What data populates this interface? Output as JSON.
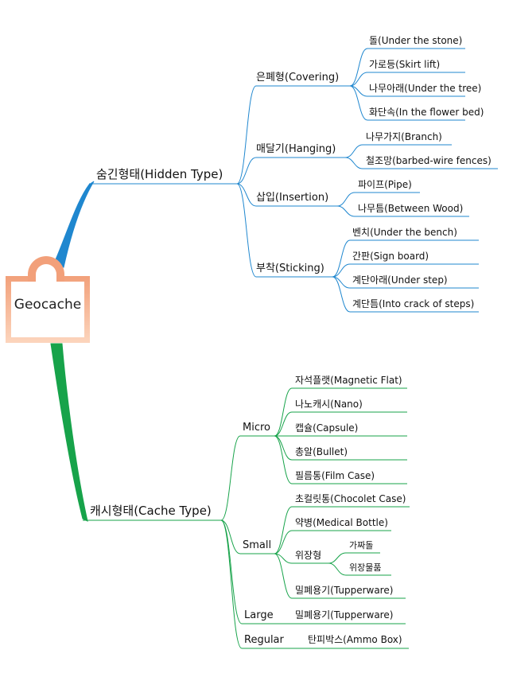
{
  "root": {
    "label": "Geocache"
  },
  "colors": {
    "hidden": "#1f87cf",
    "cache": "#17a34a"
  },
  "hidden": {
    "label": "숨긴형태(Hidden Type)",
    "covering": {
      "label": "은폐형(Covering)",
      "items": [
        "돌(Under the stone)",
        "가로등(Skirt lift)",
        "나무아래(Under the tree)",
        "화단속(In the flower bed)"
      ]
    },
    "hanging": {
      "label": "매달기(Hanging)",
      "items": [
        "나무가지(Branch)",
        "철조망(barbed-wire fences)"
      ]
    },
    "insertion": {
      "label": "삽입(Insertion)",
      "items": [
        "파이프(Pipe)",
        "나무틈(Between Wood)"
      ]
    },
    "sticking": {
      "label": "부착(Sticking)",
      "items": [
        "벤치(Under the bench)",
        "간판(Sign board)",
        "계단아래(Under step)",
        "계단틈(Into crack of steps)"
      ]
    }
  },
  "cache": {
    "label": "캐시형태(Cache Type)",
    "micro": {
      "label": "Micro",
      "items": [
        "자석플랫(Magnetic Flat)",
        "나노캐시(Nano)",
        "캡슐(Capsule)",
        "총알(Bullet)",
        "필름통(Film Case)"
      ]
    },
    "small": {
      "label": "Small",
      "items": [
        "초컬릿통(Chocolet Case)",
        "약병(Medical Bottle)"
      ],
      "stomach": {
        "label": "위장형",
        "items": [
          "가짜돌",
          "위장물품"
        ]
      },
      "tupperware": "밀폐용기(Tupperware)"
    },
    "large": {
      "label": "Large",
      "items": [
        "밀폐용기(Tupperware)"
      ]
    },
    "regular": {
      "label": "Regular",
      "items": [
        "탄피박스(Ammo Box)"
      ]
    }
  }
}
